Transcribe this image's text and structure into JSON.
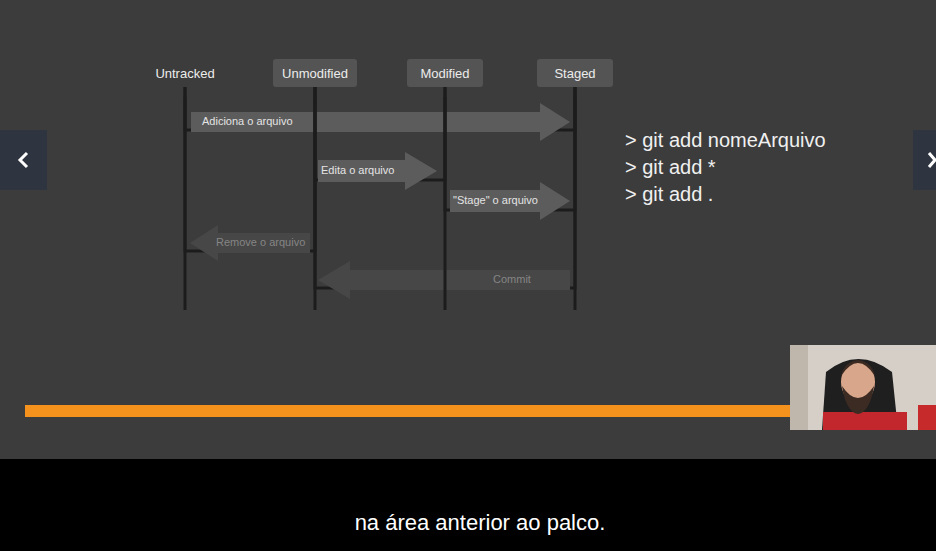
{
  "diagram": {
    "nodes": [
      {
        "text": [
          "Untracked"
        ]
      },
      {
        "text": [
          "Unmodified"
        ]
      },
      {
        "text": [
          "Modified"
        ]
      },
      {
        "text": [
          "Staged"
        ]
      }
    ],
    "edges": [
      {
        "from": 0,
        "to": 3,
        "label": "Adiciona o arquivo",
        "arrow": "to"
      },
      {
        "from": 1,
        "to": 2,
        "label": "Edita o arquivo",
        "arrow": "to"
      },
      {
        "from": 2,
        "to": 3,
        "label": "\"Stage\" o arquivo",
        "arrow": "to"
      },
      {
        "from": 1,
        "to": 0,
        "label": "Remove o arquivo",
        "arrow": "to"
      },
      {
        "from": 3,
        "to": 1,
        "label": "Commit",
        "arrow": "to"
      }
    ],
    "labels": [
      "> git add nomeArquivo",
      "> git add *",
      "> git add .",
      "na área anterior ao palco."
    ]
  }
}
